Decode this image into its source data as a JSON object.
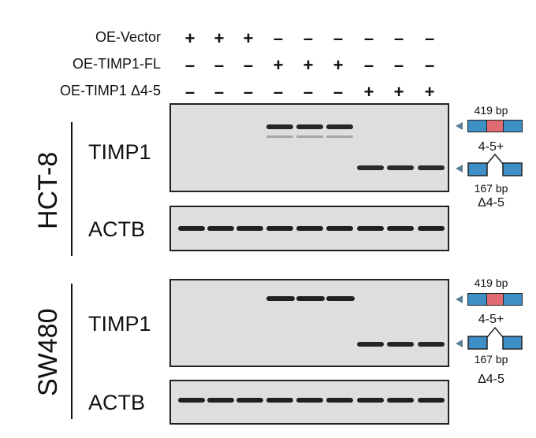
{
  "conditions": [
    {
      "label": "OE-Vector",
      "signs": [
        "+",
        "+",
        "+",
        "–",
        "–",
        "–",
        "–",
        "–",
        "–"
      ]
    },
    {
      "label": "OE-TIMP1-FL",
      "signs": [
        "–",
        "–",
        "–",
        "+",
        "+",
        "+",
        "–",
        "–",
        "–"
      ]
    },
    {
      "label": "OE-TIMP1 Δ4-5",
      "signs": [
        "–",
        "–",
        "–",
        "–",
        "–",
        "–",
        "+",
        "+",
        "+"
      ]
    }
  ],
  "panels": [
    {
      "cell_line": "HCT-8",
      "target_gene": "TIMP1",
      "control_gene": "ACTB"
    },
    {
      "cell_line": "SW480",
      "target_gene": "TIMP1",
      "control_gene": "ACTB"
    }
  ],
  "band_legend": {
    "full_length": {
      "size": "419 bp",
      "isoform": "4-5+"
    },
    "deleted": {
      "size": "167 bp",
      "isoform": "Δ4-5"
    }
  },
  "colors": {
    "exon_blue": "#3f8fc7",
    "exon_red": "#e06b73",
    "band": "#151515",
    "gel_bg": "#dedede"
  }
}
